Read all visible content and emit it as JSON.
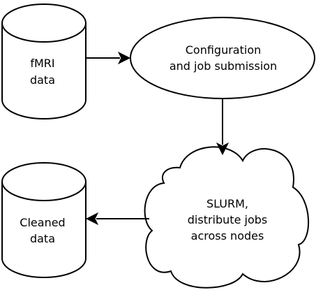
{
  "nodes": {
    "fmri": {
      "line1": "fMRI",
      "line2": "data"
    },
    "config": {
      "line1": "Configuration",
      "line2": "and job submission"
    },
    "slurm": {
      "line1": "SLURM,",
      "line2": "distribute jobs",
      "line3": "across nodes"
    },
    "cleaned": {
      "line1": "Cleaned",
      "line2": "data"
    }
  },
  "colors": {
    "stroke": "#000000",
    "fill": "#ffffff"
  }
}
